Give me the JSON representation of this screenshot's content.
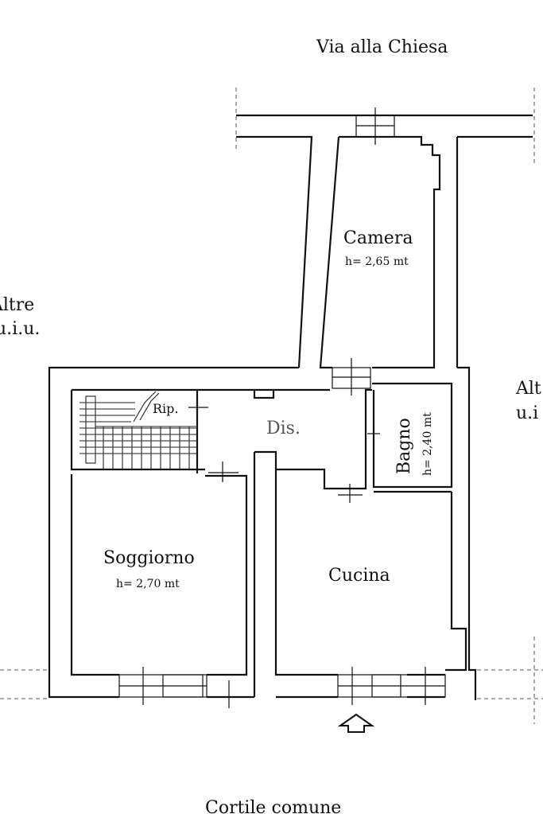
{
  "labels": {
    "street_top": "Via alla Chiesa",
    "street_bottom": "Cortile comune",
    "left_neighbor_1": "Altre",
    "left_neighbor_2": "u.i.u.",
    "right_neighbor_1": "Alt",
    "right_neighbor_2": "u.i"
  },
  "rooms": {
    "camera": {
      "name": "Camera",
      "height": "h= 2,65 mt"
    },
    "bagno": {
      "name": "Bagno",
      "height": "h= 2,40 mt"
    },
    "disimpegno": {
      "name": "Dis."
    },
    "ripostiglio": {
      "name": "Rip."
    },
    "soggiorno": {
      "name": "Soggiorno",
      "height": "h= 2,70 mt"
    },
    "cucina": {
      "name": "Cucina"
    }
  },
  "entrance_icon": "up-arrow-entrance-icon",
  "colors": {
    "ink": "#111111",
    "paper": "#ffffff"
  }
}
